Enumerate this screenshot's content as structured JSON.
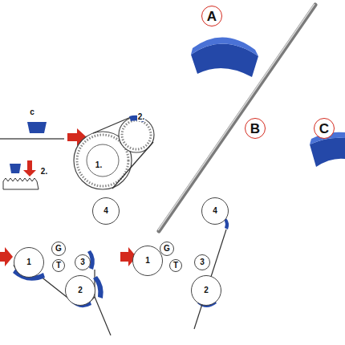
{
  "diagram": {
    "nodes": [
      {
        "text": [
          "A"
        ]
      },
      {
        "text": [
          "B"
        ]
      },
      {
        "text": [
          "C"
        ]
      },
      {
        "text": [
          "4"
        ]
      },
      {
        "text": [
          "G"
        ]
      },
      {
        "text": [
          "1"
        ]
      },
      {
        "text": [
          "T"
        ]
      },
      {
        "text": [
          "3"
        ]
      },
      {
        "text": [
          "2"
        ]
      },
      {
        "text": [
          "4"
        ]
      },
      {
        "text": [
          "G"
        ]
      },
      {
        "text": [
          "1"
        ]
      },
      {
        "text": [
          "T"
        ]
      },
      {
        "text": [
          "3"
        ]
      },
      {
        "text": [
          "2"
        ]
      }
    ],
    "labels": [
      "c",
      "2.",
      "1.",
      "2."
    ]
  }
}
